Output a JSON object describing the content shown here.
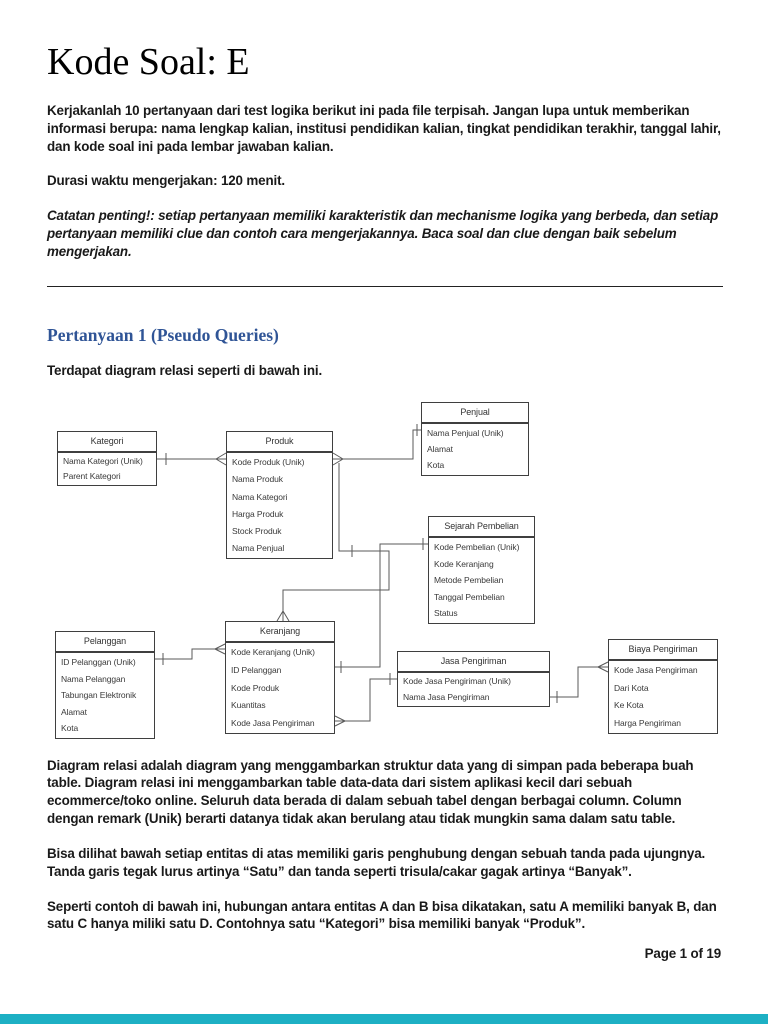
{
  "page": {
    "title": "Kode Soal: E",
    "body": {
      "p1": "Kerjakanlah 10 pertanyaan dari test logika berikut ini pada file terpisah. Jangan lupa untuk memberikan informasi berupa: nama lengkap kalian, institusi pendidikan kalian, tingkat pendidikan terakhir, tanggal lahir, dan kode soal ini pada lembar jawaban kalian.",
      "p2": "Durasi waktu mengerjakan: 120 menit.",
      "note": "Catatan penting!: setiap pertanyaan memiliki karakteristik dan mechanisme logika yang berbeda, dan setiap pertanyaan memiliki clue dan contoh cara mengerjakannya. Baca soal dan clue dengan baik sebelum mengerjakan.",
      "p4": "Diagram relasi adalah diagram yang menggambarkan struktur data yang di simpan pada beberapa buah table. Diagram relasi ini menggambarkan table data-data dari sistem aplikasi kecil dari sebuah ecommerce/toko online. Seluruh data berada di dalam sebuah tabel dengan berbagai column. Column dengan remark (Unik) berarti datanya tidak akan berulang atau tidak mungkin sama dalam satu table.",
      "p5": "Bisa dilihat bawah setiap entitas di atas memiliki garis penghubung dengan sebuah tanda pada ujungnya. Tanda garis tegak lurus artinya “Satu” dan tanda seperti trisula/cakar gagak artinya “Banyak”.",
      "p6": "Seperti contoh di bawah ini, hubungan antara entitas A dan B bisa dikatakan, satu A memiliki banyak B, dan satu C hanya miliki satu D. Contohnya satu “Kategori” bisa memiliki banyak “Produk”."
    },
    "section": {
      "heading": "Pertanyaan 1 (Pseudo Queries)",
      "lead": "Terdapat diagram relasi seperti di bawah ini."
    },
    "footer": {
      "page_label": "Page 1 of 19"
    }
  },
  "diagram": {
    "entities": [
      {
        "id": "penjual",
        "name": "Penjual",
        "fields": [
          "Nama Penjual (Unik)",
          "Alamat",
          "Kota"
        ]
      },
      {
        "id": "kategori",
        "name": "Kategori",
        "fields": [
          "Nama Kategori (Unik)",
          "Parent Kategori"
        ]
      },
      {
        "id": "produk",
        "name": "Produk",
        "fields": [
          "Kode Produk (Unik)",
          "Nama Produk",
          "Nama Kategori",
          "Harga Produk",
          "Stock Produk",
          "Nama Penjual"
        ]
      },
      {
        "id": "sejarah-pembelian",
        "name": "Sejarah Pembelian",
        "fields": [
          "Kode Pembelian (Unik)",
          "Kode Keranjang",
          "Metode Pembelian",
          "Tanggal Pembelian",
          "Status"
        ]
      },
      {
        "id": "pelanggan",
        "name": "Pelanggan",
        "fields": [
          "ID Pelanggan (Unik)",
          "Nama Pelanggan",
          "Tabungan Elektronik",
          "Alamat",
          "Kota"
        ]
      },
      {
        "id": "keranjang",
        "name": "Keranjang",
        "fields": [
          "Kode Keranjang (Unik)",
          "ID Pelanggan",
          "Kode Produk",
          "Kuantitas",
          "Kode Jasa Pengiriman"
        ]
      },
      {
        "id": "jasa-pengiriman",
        "name": "Jasa Pengiriman",
        "fields": [
          "Kode Jasa Pengiriman (Unik)",
          "Nama Jasa Pengiriman"
        ]
      },
      {
        "id": "biaya-pengiriman",
        "name": "Biaya Pengiriman",
        "fields": [
          "Kode Jasa Pengiriman",
          "Dari Kota",
          "Ke Kota",
          "Harga Pengiriman"
        ]
      }
    ]
  },
  "colors": {
    "heading_blue": "#2F5496",
    "bottom_bar_teal": "#1DB0C4",
    "connector_gray": "#5a5a5a"
  }
}
